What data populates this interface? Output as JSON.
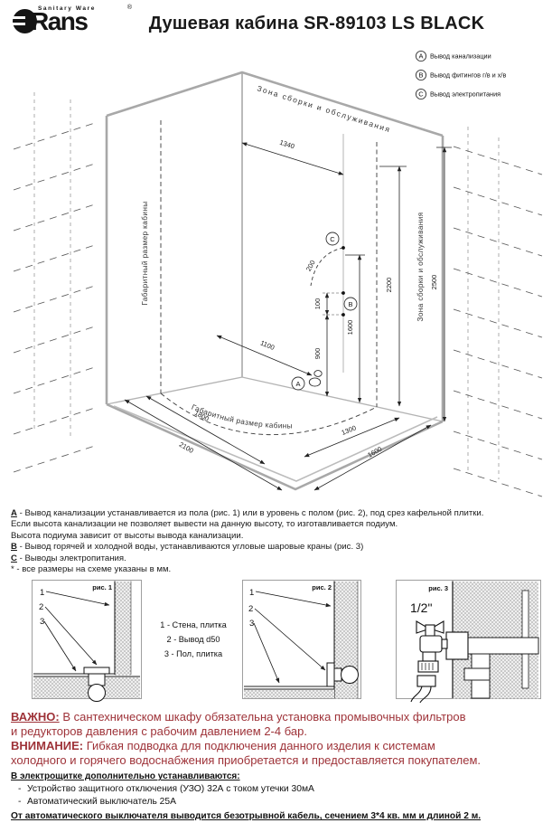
{
  "colors": {
    "accent_red": "#9e3238",
    "wall_gray": "#a8a8a8"
  },
  "header": {
    "brand_name": "Rans",
    "brand_sub": "Sanitary Ware",
    "reg": "®",
    "title": "Душевая кабина SR-89103 LS BLACK"
  },
  "legend": {
    "a_letter": "A",
    "a_text": "Вывод канализации",
    "b_letter": "B",
    "b_text": "Вывод фитингов г/в и х/в",
    "c_letter": "C",
    "c_text": "Вывод электропитания"
  },
  "diagram": {
    "zone_top": "Зона сборки и обслуживания",
    "zone_right": "Зона сборки и обслуживания",
    "cabin_left": "Габаритный размер кабины",
    "cabin_floor": "Габаритный размер кабины",
    "marker_a": "A",
    "marker_b": "B",
    "marker_c": "C",
    "dim_1340": "1340",
    "dim_2500": "2500",
    "dim_2200": "2200",
    "dim_1600_height": "1600",
    "dim_100": "100",
    "dim_900": "900",
    "dim_200": "200",
    "dim_1100": "1100",
    "dim_1800": "1800",
    "dim_2100": "2100",
    "dim_1300": "1300",
    "dim_1600_floor": "1600"
  },
  "notes": {
    "l1_prefix": "А",
    "l1_text": " - Вывод канализации устанавливается из пола (рис. 1) или в уровень с полом (рис. 2), под срез кафельной плитки.",
    "l2": "Если высота канализации не позволяет вывести на данную высоту, то изготавливается подиум.",
    "l3": "Высота подиума зависит от высоты вывода канализации.",
    "l4_prefix": "В",
    "l4_text": " - Вывод горячей и холодной воды, устанавливаются угловые шаровые краны (рис. 3)",
    "l5_prefix": "С",
    "l5_text": " - Выводы электропитания.",
    "l6_prefix": "*",
    "l6_text": " - все размеры на схеме указаны в мм."
  },
  "figures": {
    "fig1_caption": "рис. 1",
    "fig2_caption": "рис. 2",
    "fig3_caption": "рис. 3",
    "fig1_l1": "1",
    "fig1_l2": "2",
    "fig1_l3": "3",
    "fig2_l1": "1",
    "fig2_l2": "2",
    "fig2_l3": "3",
    "fig3_size": "1/2\"",
    "legend_1": "1 - Стена, плитка",
    "legend_2": "2 - Вывод d50",
    "legend_3": "3 - Пол, плитка"
  },
  "warnings": {
    "important_label": "ВАЖНО:",
    "important_l1": "В сантехническом шкафу обязательна установка промывочных фильтров",
    "important_l2": "и редукторов давления с рабочим давлением 2-4 бар.",
    "attention_label": "ВНИМАНИЕ:",
    "attention_l1": "Гибкая подводка для подключения данного изделия к системам",
    "attention_l2": "холодного и горячего водоснабжения приобретается и предоставляется покупателем."
  },
  "electrical": {
    "heading": "В электрощитке дополнительно устанавливаются:",
    "bullet": "-",
    "item1": "Устройство защитного отключения (УЗО) 32А с током утечки 30мА",
    "item2": "Автоматический выключатель 25А",
    "footer": "От автоматического выключателя выводится безотрывной кабель, сечением 3*4 кв. мм и длиной 2 м."
  }
}
